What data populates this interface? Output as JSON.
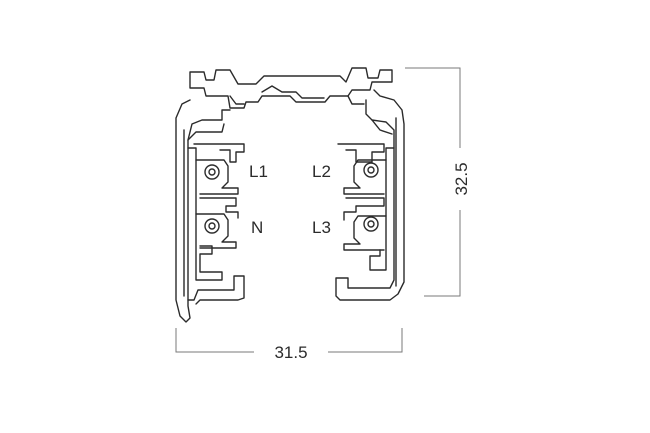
{
  "labels": {
    "l1": "L1",
    "l2": "L2",
    "n": "N",
    "l3": "L3"
  },
  "dimensions": {
    "width": "31.5",
    "height": "32.5"
  }
}
